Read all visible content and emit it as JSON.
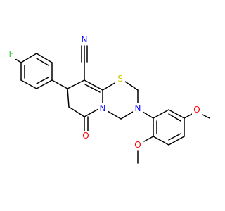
{
  "molecule": {
    "atoms": {
      "nitrogen_nitrile": {
        "text": "N",
        "color": "#0000FF"
      },
      "sulfur": {
        "text": "S",
        "color": "#CCCC00"
      },
      "fluorine": {
        "text": "F",
        "color": "#33CC33"
      },
      "nitrogen_ring": {
        "text": "N",
        "color": "#0000FF"
      },
      "nitrogen_amide": {
        "text": "N",
        "color": "#0000FF"
      },
      "oxygen_carbonyl": {
        "text": "O",
        "color": "#FF0000"
      },
      "oxygen_methoxy_ortho": {
        "text": "O",
        "color": "#FF0000"
      },
      "oxygen_methoxy_para": {
        "text": "O",
        "color": "#FF0000"
      }
    }
  }
}
